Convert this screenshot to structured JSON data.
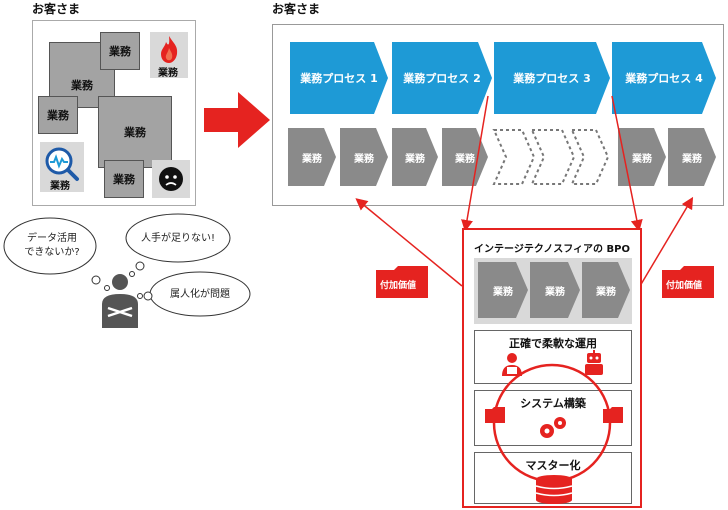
{
  "left": {
    "title": "お客さま",
    "task_label": "業務",
    "bubbles": [
      "データ活用\nできないか?",
      "人手が足りない!",
      "属人化が問題"
    ]
  },
  "right": {
    "title": "お客さま",
    "processes": [
      "業務プロセス 1",
      "業務プロセス 2",
      "業務プロセス 3",
      "業務プロセス 4"
    ],
    "task_label": "業務"
  },
  "added_value": "付加価値",
  "bpo": {
    "title": "インテージテクノスフィアの BPO",
    "task_label": "業務",
    "sections": [
      "正確で柔軟な運用",
      "システム構築",
      "マスター化"
    ]
  },
  "colors": {
    "accent": "#e52320",
    "process_blue": "#1e9ad6",
    "gray": "#8a8a8a"
  }
}
